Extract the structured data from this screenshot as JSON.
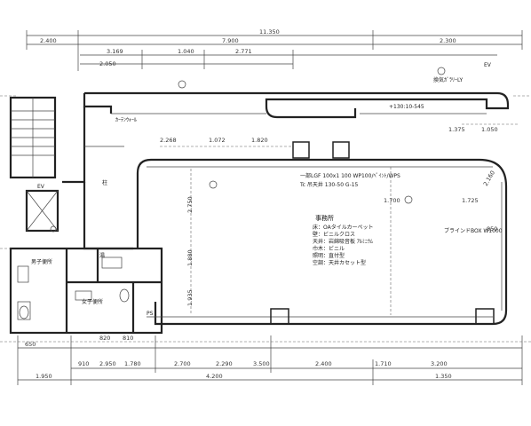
{
  "dims_top_total": "11.350",
  "dims_top": [
    "2.400",
    "7.900",
    "2.300"
  ],
  "dims_second": [
    "3.169",
    "1.040",
    "2.771",
    "2.050"
  ],
  "dims_bottom_row1": [
    "910",
    "2.950",
    "1.780",
    "2.700",
    "2.290",
    "3.500",
    "2.400",
    "1.710",
    "3.200"
  ],
  "dims_bottom_row2": [
    "1.950",
    "4.200",
    "1.350"
  ],
  "dims_left_bottom": [
    "650",
    "820",
    "810"
  ],
  "dims_interior": [
    "2.268",
    "1.072",
    "1.820",
    "2.750",
    "1.880",
    "1.935",
    "1.700",
    "1.050",
    "1.725",
    "1.375",
    "2.160",
    "850"
  ],
  "room_labels": {
    "office": "事務所",
    "mens_wc": "男子便所",
    "womens_wc": "女子便所",
    "hot_water": "湯",
    "ps": "PS",
    "ev": "EV"
  },
  "notes": {
    "top_right": "換気ｶﾞﾗﾘｰLY",
    "exterior": "+130:10-545",
    "ceiling": "一部LGF 100x1 100 WP100/ﾍﾟｲﾝﾄ/WPS",
    "ceiling2": "Tc 吊天井 130-50 G-15",
    "office_spec1": "床：OAタイルカーペット",
    "office_spec2": "壁：ビニルクロス",
    "office_spec3": "天井：岩綿吸音板 ｱﾙﾐﾆｳﾑ",
    "office_spec4": "巾木：ビニル",
    "office_spec5": "照明：直付型",
    "office_spec6": "空調：天井カセット型",
    "right_side": "ブラインドBOX W1000",
    "column": "柱",
    "upper_left": "ｶｰﾃﾝｳｫｰﾙ"
  }
}
